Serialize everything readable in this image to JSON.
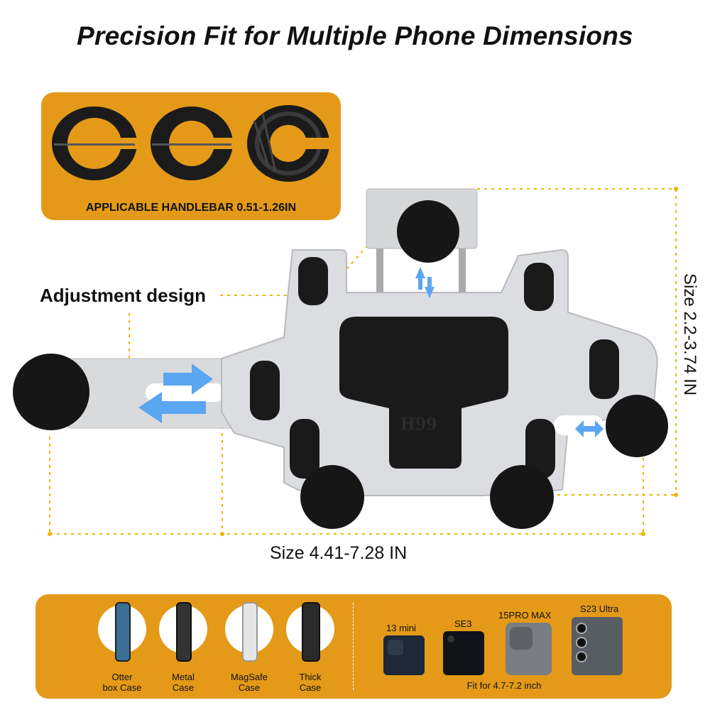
{
  "title": "Precision Fit for Multiple Phone Dimensions",
  "handlebar_caption": "APPLICABLE HANDLEBAR 0.51-1.26IN",
  "adjustment_label": "Adjustment design",
  "width_label": "Size 4.41-7.28 IN",
  "height_label": "Size 2.2-3.74 IN",
  "mount_logo": "H99",
  "cases": [
    {
      "line1": "Otter",
      "line2": "box Case"
    },
    {
      "line1": "Metal",
      "line2": "Case"
    },
    {
      "line1": "MagSafe",
      "line2": "Case"
    },
    {
      "line1": "Thick",
      "line2": "Case"
    }
  ],
  "phones": [
    "13 mini",
    "SE3",
    "15PRO MAX",
    "S23 Ultra"
  ],
  "fit_text": "Fit for 4.7-7.2 inch",
  "colors": {
    "panel": "#E49A18",
    "dash": "#F0B400",
    "arrow": "#5AA6F0",
    "rubber": "#1a1a1a",
    "aluminum": "#d8d9db"
  }
}
